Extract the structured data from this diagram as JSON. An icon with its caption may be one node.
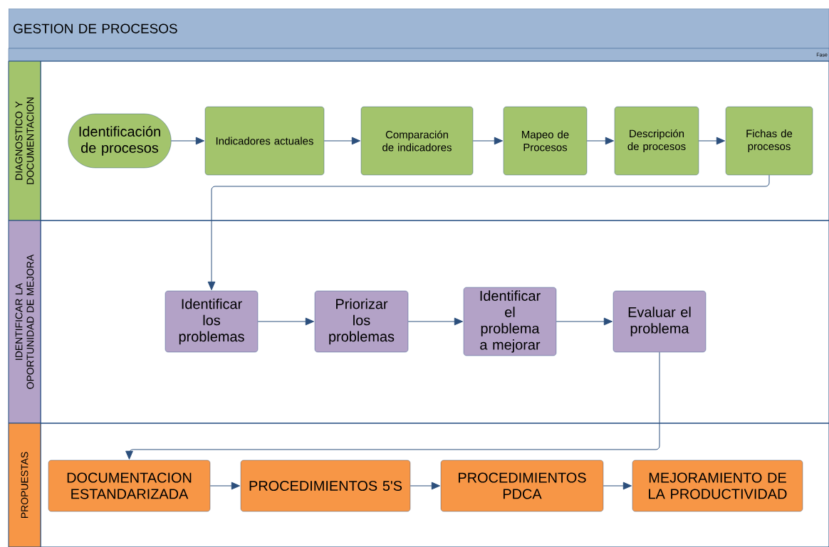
{
  "diagram": {
    "title": "GESTION DE PROCESOS",
    "nodes": [
      {
        "text": [
          "DIAGNOSTICO Y DOCUMENTACION"
        ]
      },
      {
        "text": [
          "IDENTIFICAR LA OPORTUNIDAD DE MEJORA"
        ]
      },
      {
        "text": [
          "PROPUESTAS"
        ]
      },
      {
        "text": [
          "Identificación de procesos"
        ],
        "in": 0
      },
      {
        "text": [
          "Indicadores actuales"
        ],
        "in": 0
      },
      {
        "text": [
          "Comparación de indicadores"
        ],
        "in": 0
      },
      {
        "text": [
          "Mapeo de Procesos"
        ],
        "in": 0
      },
      {
        "text": [
          "Descripción de procesos"
        ],
        "in": 0
      },
      {
        "text": [
          "Fichas de procesos"
        ],
        "in": 0
      },
      {
        "text": [
          "Identificar los problemas"
        ],
        "in": 1
      },
      {
        "text": [
          "Priorizar los problemas"
        ],
        "in": 1
      },
      {
        "text": [
          "Identificar el problema a mejorar"
        ],
        "in": 1
      },
      {
        "text": [
          "Evaluar el problema"
        ],
        "in": 1
      },
      {
        "text": [
          "DOCUMENTACION ESTANDARIZADA"
        ],
        "in": 2
      },
      {
        "text": [
          "PROCEDIMIENTOS 5'S"
        ],
        "in": 2
      },
      {
        "text": [
          "PROCEDIMIENTOS PDCA"
        ],
        "in": 2
      },
      {
        "text": [
          "MEJORAMIENTO DE LA PRODUCTIVIDAD"
        ],
        "in": 2
      }
    ],
    "edges": [
      {
        "from": 3,
        "to": 4,
        "arrow": "to"
      },
      {
        "from": 4,
        "to": 5,
        "arrow": "to"
      },
      {
        "from": 5,
        "to": 6,
        "arrow": "to"
      },
      {
        "from": 6,
        "to": 7,
        "arrow": "to"
      },
      {
        "from": 7,
        "to": 8,
        "arrow": "to"
      },
      {
        "from": 8,
        "to": 9,
        "arrow": "to"
      },
      {
        "from": 9,
        "to": 10,
        "arrow": "to"
      },
      {
        "from": 10,
        "to": 11,
        "arrow": "to"
      },
      {
        "from": 11,
        "to": 12,
        "arrow": "to"
      },
      {
        "from": 12,
        "to": 13,
        "arrow": "to"
      },
      {
        "from": 13,
        "to": 14,
        "arrow": "to"
      },
      {
        "from": 14,
        "to": 15,
        "arrow": "to"
      },
      {
        "from": 15,
        "to": 16,
        "arrow": "to"
      }
    ],
    "labels": [
      "Fase"
    ]
  }
}
